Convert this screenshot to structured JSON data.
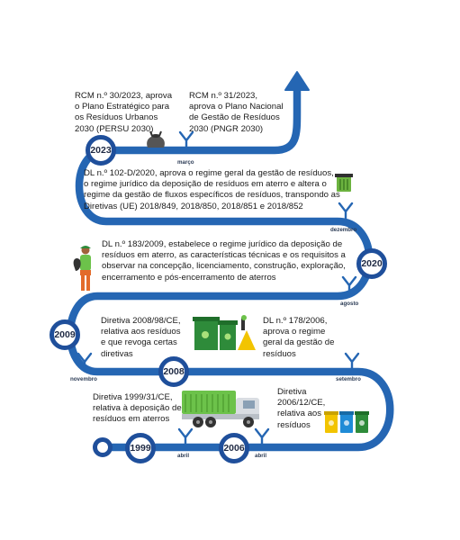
{
  "colors": {
    "path": "#2566b3",
    "pathDark": "#1f4f9b",
    "green": "#2e8b3a",
    "greenLight": "#6cc24a",
    "yellow": "#f2c400",
    "blue": "#1f8bd6"
  },
  "events": [
    {
      "text": [
        "RCM n.º 30/2023, aprova",
        "o Plano Estratégico para",
        "os Resíduos Urbanos",
        "2030 (PERSU 2030)"
      ]
    },
    {
      "text": [
        "RCM n.º 31/2023,",
        "aprova o Plano Nacional",
        "de Gestão de Resíduos",
        "2030 (PNGR 2030)"
      ]
    },
    {
      "text": [
        "DL n.º 102-D/2020, aprova o regime geral da gestão de resíduos,",
        "o regime jurídico da deposição de resíduos em aterro e altera o",
        "regime da gestão de fluxos específicos de resíduos, transpondo as",
        "Diretivas (UE) 2018/849, 2018/850, 2018/851 e 2018/852"
      ]
    },
    {
      "text": [
        "DL n.º 183/2009, estabelece o regime jurídico da deposição de",
        "resíduos em aterro, as características técnicas e os requisitos a",
        "observar na concepção, licenciamento, construção, exploração,",
        "encerramento e pós-encerramento de aterros"
      ]
    },
    {
      "text": [
        "Diretiva 2008/98/CE,",
        "relativa aos resíduos",
        "e que revoga certas",
        "diretivas"
      ]
    },
    {
      "text": [
        "DL n.º 178/2006,",
        "aprova o regime",
        "geral da gestão de",
        "resíduos"
      ]
    },
    {
      "text": [
        "Diretiva 1999/31/CE,",
        "relativa à deposição de",
        "resíduos em aterros"
      ]
    },
    {
      "text": [
        "Diretiva",
        "2006/12/CE,",
        "relativa aos",
        "resíduos"
      ]
    }
  ],
  "years": [
    "2023",
    "2020",
    "2009",
    "2008",
    "1999",
    "2006"
  ],
  "months": [
    "março",
    "dezembro",
    "agosto",
    "novembro",
    "setembro",
    "abril",
    "abril"
  ],
  "icons": [
    "garbage-bag-icon",
    "trash-bin-icon",
    "waste-worker-icon",
    "waste-containers-icon",
    "garbage-truck-icon",
    "recycling-bins-icon"
  ]
}
